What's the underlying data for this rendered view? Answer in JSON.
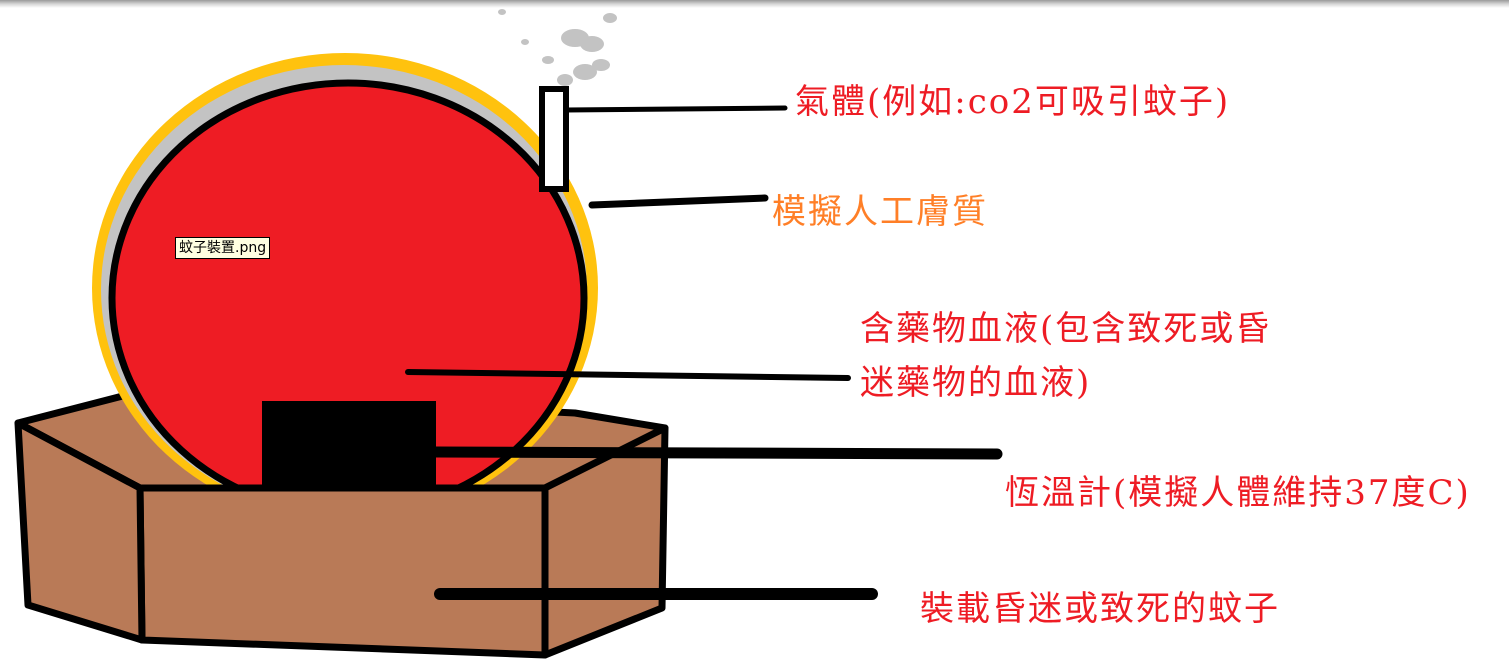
{
  "tooltip": "蚊子裝置.png",
  "colors": {
    "blood": "#ee1c24",
    "skin": "#ffc20e",
    "skin_gap": "#c3c3c3",
    "box": "#b97a57",
    "outline": "#000000",
    "smoke": "#c3c3c3",
    "label_red": "#ee1c24",
    "label_orange": "#ff7f27"
  },
  "labels": {
    "gas": "氣體(例如:co2可吸引蚊子)",
    "skin": "模擬人工膚質",
    "blood_line1": "含藥物血液(包含致死或昏",
    "blood_line2": "迷藥物的血液)",
    "thermostat": "恆溫計(模擬人體維持37度C)",
    "mosquito": "裝載昏迷或致死的蚊子"
  }
}
